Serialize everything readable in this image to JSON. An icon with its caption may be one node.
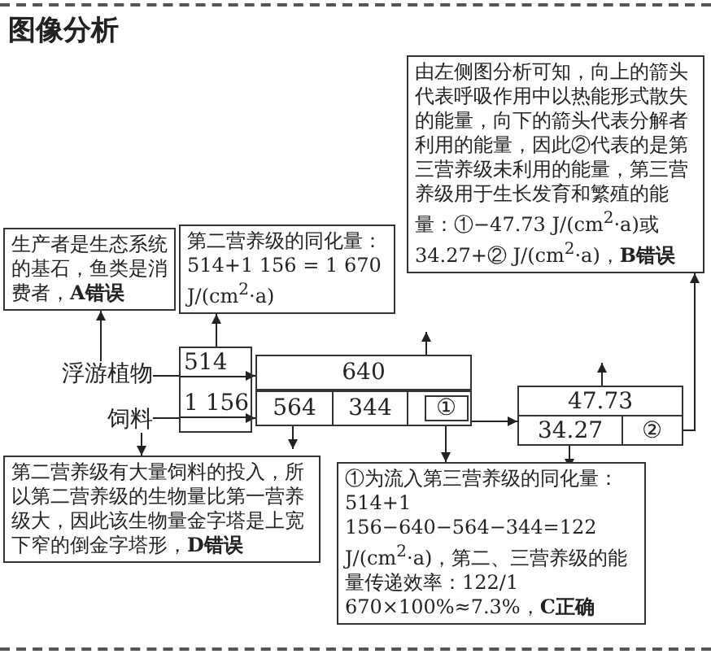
{
  "diagram": {
    "title": "图像分析",
    "nodes": [
      {
        "text": [
          "由左侧图分析可知，向上的箭头代表呼吸作用中以热能形式散失的能量，向下的箭头代表分解者利用的能量，因此②代表的是第三营养级未利用的能量，第三营养级用于生长发育和繁殖的能量：①−47.73 J/(cm$^{2}$·a)或34.27+② J/(cm$^{2}$·a)，**B错误**"
        ]
      },
      {
        "text": [
          "生产者是生态系统的基石，鱼类是消费者，**A错误**"
        ]
      },
      {
        "text": [
          "第二营养级的同化量：514+1 156 = 1 670 J/(cm$^{2}$·a)"
        ]
      },
      {
        "text": [
          "514",
          "1 156"
        ]
      },
      {
        "text": [
          "640"
        ]
      },
      {
        "text": [
          "浮游植物"
        ]
      },
      {
        "text": [
          "饲料"
        ]
      },
      {
        "text": [
          "564"
        ]
      },
      {
        "text": [
          "344"
        ]
      },
      {
        "text": [
          "①"
        ]
      },
      {
        "text": [
          "47.73"
        ]
      },
      {
        "text": [
          "34.27"
        ]
      },
      {
        "text": [
          "②"
        ]
      },
      {
        "text": [
          "第二营养级有大量饲料的投入，所以第二营养级的生物量比第一营养级大，因此该生物量金字塔是上宽下窄的倒金字塔形，**D错误**"
        ]
      },
      {
        "text": [
          "①为流入第三营养级的同化量：514+1 156−640−564−344=122 J/(cm$^{2}$·a)，第二、三营养级的能量传递效率：122/1 670×100%≈7.3%，**C正确**"
        ]
      }
    ],
    "edges": [
      {
        "from": 5,
        "to": 1,
        "arrow": "to"
      },
      {
        "from": 3,
        "to": 2,
        "arrow": "to"
      },
      {
        "from": 4,
        "to": null,
        "arrow": "to"
      },
      {
        "from": 5,
        "to": 3,
        "arrow": "none"
      },
      {
        "from": 3,
        "to": 4,
        "arrow": "to"
      },
      {
        "from": 6,
        "to": 3,
        "arrow": "none"
      },
      {
        "from": 3,
        "to": 7,
        "arrow": "to"
      },
      {
        "from": 6,
        "to": 13,
        "arrow": "to"
      },
      {
        "from": 7,
        "to": null,
        "arrow": "to"
      },
      {
        "from": 9,
        "to": 14,
        "arrow": "to"
      },
      {
        "from": 9,
        "to": 10,
        "arrow": "to"
      },
      {
        "from": 10,
        "to": null,
        "arrow": "to"
      },
      {
        "from": 12,
        "to": 0,
        "arrow": "to"
      },
      {
        "from": 11,
        "to": null,
        "arrow": "to"
      }
    ]
  }
}
